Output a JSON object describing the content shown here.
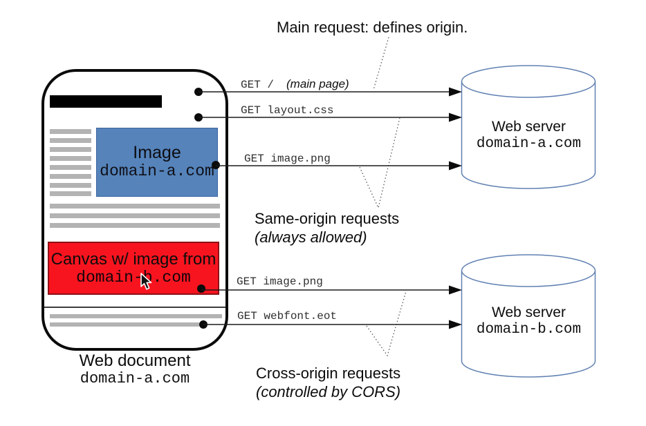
{
  "title": "Main request: defines origin.",
  "browser": {
    "image_box": {
      "title": "Image",
      "domain": "domain-a.com"
    },
    "canvas_box": {
      "title": "Canvas w/ image from",
      "domain": "domain-b.com"
    },
    "caption": {
      "title": "Web document",
      "domain": "domain-a.com"
    }
  },
  "requests": [
    {
      "label": "GET /",
      "annotation": "(main page)",
      "target": "domain-a.com"
    },
    {
      "label": "GET layout.css",
      "target": "domain-a.com"
    },
    {
      "label": "GET image.png",
      "target": "domain-a.com"
    },
    {
      "label": "GET image.png",
      "target": "domain-b.com"
    },
    {
      "label": "GET webfont.eot",
      "target": "domain-b.com"
    }
  ],
  "annotations": {
    "same_origin": {
      "title": "Same-origin requests",
      "subtitle": "(always allowed)"
    },
    "cross_origin": {
      "title": "Cross-origin requests",
      "subtitle": "(controlled by CORS)"
    }
  },
  "servers": [
    {
      "title": "Web server",
      "domain": "domain-a.com"
    },
    {
      "title": "Web server",
      "domain": "domain-b.com"
    }
  ],
  "colors": {
    "image_box_fill": "#5583ba",
    "canvas_box_fill": "#f8141f",
    "cylinder_stroke": "#6080b2",
    "arrow_line": "#1a1a1a",
    "placeholder_gray": "#b3b3b3"
  }
}
